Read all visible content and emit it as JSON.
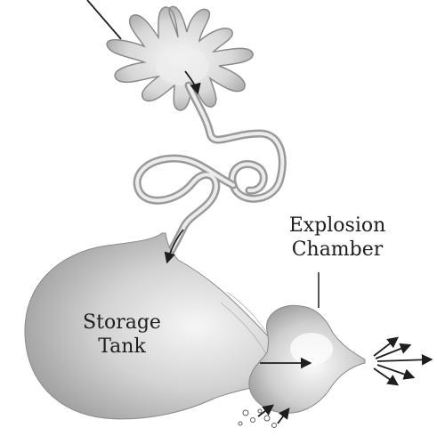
{
  "labels": {
    "explosion_chamber": [
      "Explosion",
      "Chamber"
    ],
    "storage_tank": [
      "Storage",
      "Tank"
    ]
  },
  "colors": {
    "ink": "#1e1e1e",
    "body_light": "#f4f4f4",
    "body_dark": "#8c8c8c"
  }
}
